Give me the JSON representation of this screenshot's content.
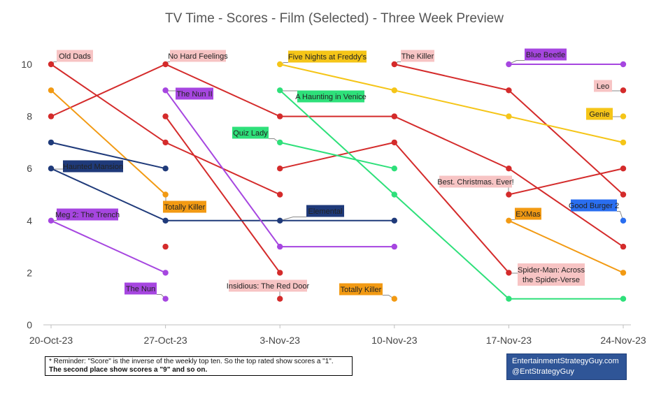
{
  "chart_data": {
    "type": "line",
    "title": "TV Time - Scores - Film (Selected) - Three Week Preview",
    "categories": [
      "20-Oct-23",
      "27-Oct-23",
      "3-Nov-23",
      "10-Nov-23",
      "17-Nov-23",
      "24-Nov-23"
    ],
    "yticks": [
      0,
      2,
      4,
      6,
      8,
      10
    ],
    "ylim": [
      0,
      10.6
    ],
    "grid": false,
    "series": [
      {
        "name": "Old Dads",
        "color": "#d42b2b",
        "values": [
          10,
          7,
          5,
          null,
          null,
          null
        ]
      },
      {
        "name": "No Hard Feelings",
        "color": "#d42b2b",
        "values": [
          8,
          10,
          8,
          8,
          6,
          3
        ]
      },
      {
        "name": "The Killer",
        "color": "#d42b2b",
        "values": [
          null,
          null,
          null,
          10,
          9,
          5
        ]
      },
      {
        "name": "Insidious: The Red Door",
        "color": "#d42b2b",
        "values": [
          null,
          8,
          2,
          null,
          null,
          null
        ]
      },
      {
        "name": "Best. Christmas. Ever!",
        "color": "#d42b2b",
        "values": [
          null,
          null,
          6,
          7,
          2,
          null
        ]
      },
      {
        "name": "Spider-Man: Across the Spider-Verse",
        "color": "#d42b2b",
        "values": [
          null,
          null,
          null,
          null,
          5,
          6
        ]
      },
      {
        "name": "Leo",
        "color": "#d42b2b",
        "values": [
          null,
          null,
          null,
          null,
          null,
          9
        ]
      },
      {
        "name": "Totally Killer",
        "color": "#f29a13",
        "values": [
          9,
          5,
          null,
          null,
          null,
          null
        ]
      },
      {
        "name": "Five Nights at Freddy's",
        "color": "#f5c518",
        "values": [
          null,
          null,
          10,
          9,
          8,
          7
        ]
      },
      {
        "name": "Genie",
        "color": "#f5c518",
        "values": [
          null,
          null,
          null,
          null,
          null,
          8
        ]
      },
      {
        "name": "EXMas",
        "color": "#f29a13",
        "values": [
          null,
          null,
          null,
          null,
          4,
          2
        ]
      },
      {
        "name": "Haunted Mansion",
        "color": "#1f3a7a",
        "values": [
          7,
          6,
          null,
          null,
          null,
          null
        ]
      },
      {
        "name": "Elemental",
        "color": "#1f3a7a",
        "values": [
          6,
          4,
          4,
          4,
          null,
          null
        ]
      },
      {
        "name": "Meg 2: The Trench",
        "color": "#a646e0",
        "values": [
          4,
          2,
          null,
          null,
          null,
          null
        ]
      },
      {
        "name": "The Nun II",
        "color": "#a646e0",
        "values": [
          null,
          9,
          3,
          3,
          null,
          null
        ]
      },
      {
        "name": "Blue Beetle",
        "color": "#a646e0",
        "values": [
          null,
          null,
          null,
          null,
          10,
          10
        ]
      },
      {
        "name": "A Haunting in Venice",
        "color": "#2ee07a",
        "values": [
          null,
          null,
          9,
          5,
          1,
          1
        ]
      },
      {
        "name": "Quiz Lady",
        "color": "#2ee07a",
        "values": [
          null,
          null,
          7,
          6,
          null,
          null
        ]
      },
      {
        "name": "Good Burger 2",
        "color": "#2a6ef0",
        "values": [
          null,
          null,
          null,
          null,
          null,
          4
        ]
      }
    ],
    "isolated_points": [
      {
        "x": "27-Oct-23",
        "y": 3,
        "color": "#d42b2b"
      },
      {
        "x": "27-Oct-23",
        "y": 1,
        "color": "#a646e0"
      },
      {
        "x": "3-Nov-23",
        "y": 1,
        "color": "#d42b2b"
      },
      {
        "x": "10-Nov-23",
        "y": 1,
        "color": "#f29a13"
      }
    ],
    "annotations": [
      {
        "text": "Old Dads",
        "bg": "#f7c4c4"
      },
      {
        "text": "No Hard Feelings",
        "bg": "#f7c4c4"
      },
      {
        "text": "Five Nights at Freddy's",
        "bg": "#f5c518"
      },
      {
        "text": "The Killer",
        "bg": "#f7c4c4"
      },
      {
        "text": "Blue Beetle",
        "bg": "#a646e0"
      },
      {
        "text": "Leo",
        "bg": "#f7c4c4"
      },
      {
        "text": "Genie",
        "bg": "#f5c518"
      },
      {
        "text": "The Nun II",
        "bg": "#a646e0"
      },
      {
        "text": "A Haunting in Venice",
        "bg": "#2ee07a"
      },
      {
        "text": "Quiz Lady",
        "bg": "#2ee07a"
      },
      {
        "text": "Haunted Mansion",
        "bg": "#1f3a7a"
      },
      {
        "text": "Best. Christmas. Ever!",
        "bg": "#f7c4c4"
      },
      {
        "text": "Totally Killer",
        "bg": "#f29a13"
      },
      {
        "text": "Meg 2: The Trench",
        "bg": "#a646e0"
      },
      {
        "text": "Elemental",
        "bg": "#1f3a7a"
      },
      {
        "text": "EXMas",
        "bg": "#f29a13"
      },
      {
        "text": "Good Burger 2",
        "bg": "#2a6ef0"
      },
      {
        "text": "Spider-Man: Across\nthe Spider-Verse",
        "bg": "#f7c4c4"
      },
      {
        "text": "The Nun",
        "bg": "#a646e0"
      },
      {
        "text": "Insidious: The Red Door",
        "bg": "#f7c4c4"
      },
      {
        "text": "Totally Killer",
        "bg": "#f29a13"
      }
    ]
  },
  "footnote": {
    "line1": "* Reminder: \"Score\" is the inverse of the weekly top ten. So the top rated show scores a \"1\".",
    "line2": "The second place show scores a \"9\" and so on."
  },
  "brand": {
    "line1": "EntertainmentStrategyGuy.com",
    "line2": "@EntStrategyGuy"
  }
}
